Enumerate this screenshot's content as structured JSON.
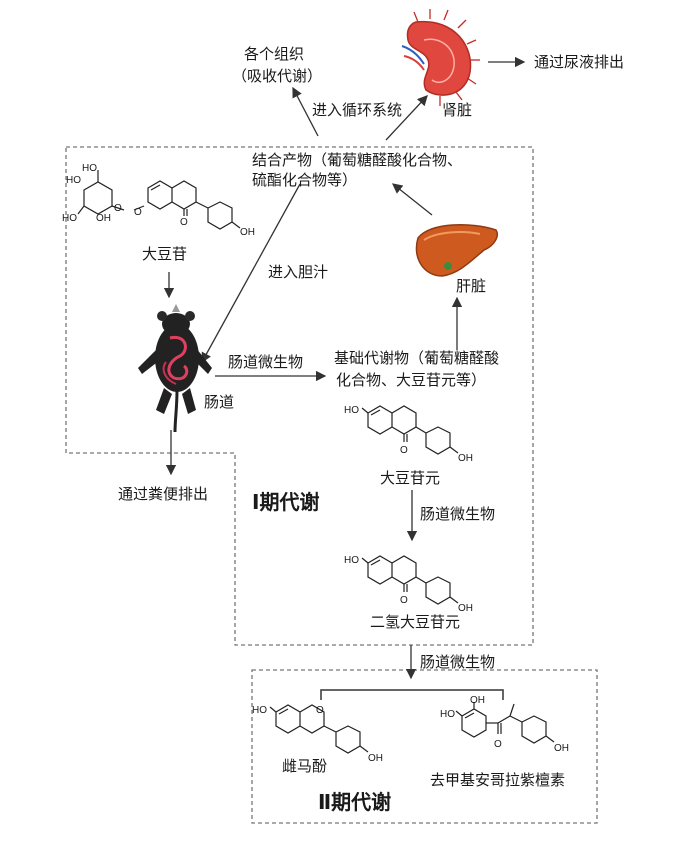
{
  "labels": {
    "tissues": "各个组织",
    "tissues_sub": "（吸收代谢）",
    "circulation": "进入循环系统",
    "kidney": "肾脏",
    "urine": "通过尿液排出",
    "conjugates_line1": "结合产物（葡萄糖醛酸化合物、",
    "conjugates_line2": "硫酯化合物等）",
    "daidzin": "大豆苷",
    "bile": "进入胆汁",
    "liver": "肝脏",
    "gut_microbe_1": "肠道微生物",
    "basic_line1": "基础代谢物（葡萄糖醛酸",
    "basic_line2": "化合物、大豆苷元等）",
    "intestine": "肠道",
    "daidzein": "大豆苷元",
    "feces": "通过粪便排出",
    "phase1": "Ⅰ期代谢",
    "gut_microbe_2": "肠道微生物",
    "dihydrodaidzein": "二氢大豆苷元",
    "gut_microbe_3": "肠道微生物",
    "equol": "雌马酚",
    "odma": "去甲基安哥拉紫檀素",
    "phase2": "Ⅱ期代谢"
  },
  "chem": {
    "HO": "HO",
    "OH": "OH",
    "O": "O"
  }
}
